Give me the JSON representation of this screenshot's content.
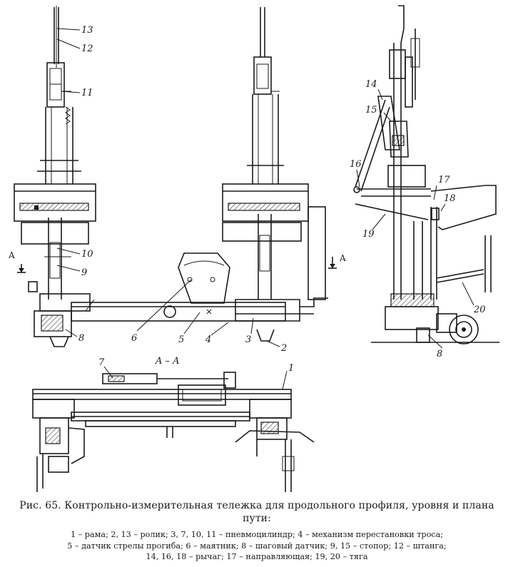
{
  "labels": {
    "n13": "13",
    "n12": "12",
    "n11": "11",
    "n10": "10",
    "n9": "9",
    "n8": "8",
    "n6": "6",
    "n5": "5",
    "n4": "4",
    "n3": "3",
    "n2": "2",
    "n7": "7",
    "n1": "1",
    "n14": "14",
    "n15": "15",
    "n16": "16",
    "n17": "17",
    "n18": "18",
    "n19": "19",
    "n20": "20",
    "n8b": "8",
    "section_left": "A",
    "section_right": "A",
    "section_title": "A – A"
  },
  "caption": {
    "title": "Рис. 65. Контрольно-измерительная тележка для продольного профиля, уровня и плана пути:",
    "legend_line1": "1 – рама; 2, 13 – ролик; 3, 7, 10, 11 – пневмоцилиндр; 4 – механизм перестановки троса;",
    "legend_line2": "5 – датчик стрелы прогиба; 6 – маятник; 8 – шаговый датчик; 9, 15 – стопор; 12 – штанга;",
    "legend_line3": "14, 16, 18 – рычаг; 17 – направляющая; 19, 20 – тяга"
  }
}
